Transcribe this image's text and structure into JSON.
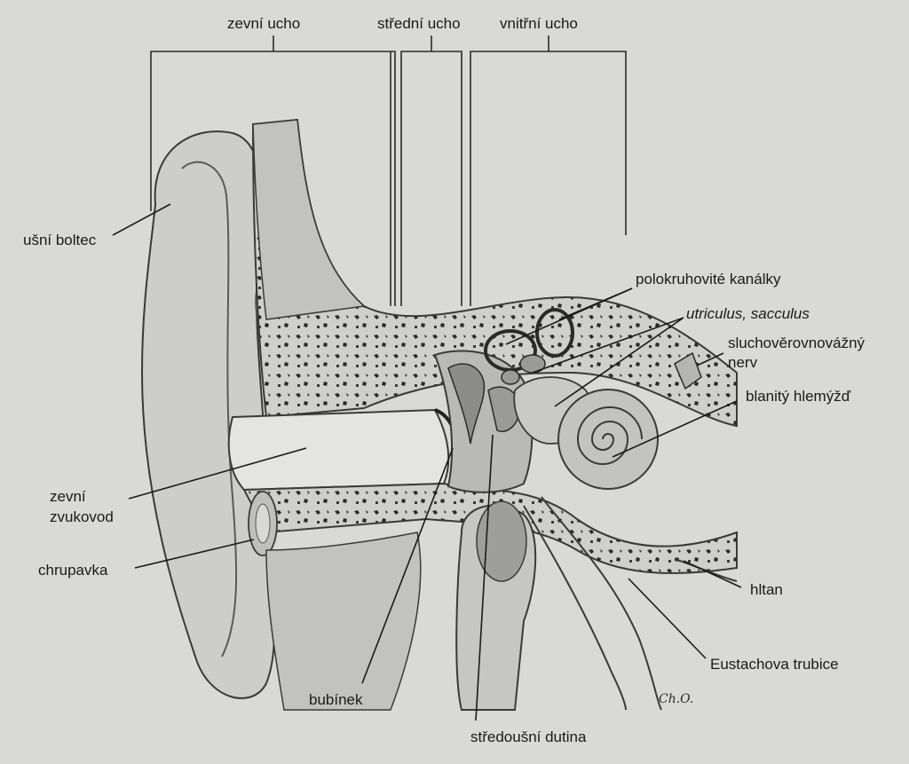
{
  "sections": {
    "outer": "zevní ucho",
    "middle": "střední ucho",
    "inner": "vnitřní ucho"
  },
  "labels": {
    "pinna": "ušní boltec",
    "canal_1": "zevní",
    "canal_2": "zvukovod",
    "cartilage": "chrupavka",
    "eardrum": "bubínek",
    "tympanic_cavity": "středoušní dutina",
    "semicircular": "polokruhovité kanálky",
    "utriculus": "utriculus, sacculus",
    "nerve_1": "sluchověrovnovážný",
    "nerve_2": "nerv",
    "cochlea": "blanitý hlemýžď",
    "pharynx": "hltan",
    "eustachian": "Eustachova trubice"
  },
  "signature": "Ch.O.",
  "colors": {
    "background": "#d9d9d7",
    "ink": "#1a1a1a",
    "bone": "#c8c8c4",
    "soft_tissue": "#b5b5b1",
    "cavity": "#e6e6e3"
  }
}
